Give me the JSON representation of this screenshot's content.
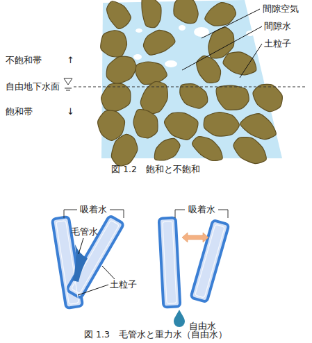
{
  "diagram": {
    "labels": [
      "間隙空気",
      "間隙水",
      "土粒子",
      "不飽和帯",
      "↑",
      "自由地下水面",
      "飽和帯",
      "↓",
      "図 1.2　飽和と不飽和",
      "吸着水",
      "毛管水",
      "土粒子",
      "吸着水",
      "自由水",
      "図 1.3　毛管水と重力水（自由水）"
    ]
  }
}
